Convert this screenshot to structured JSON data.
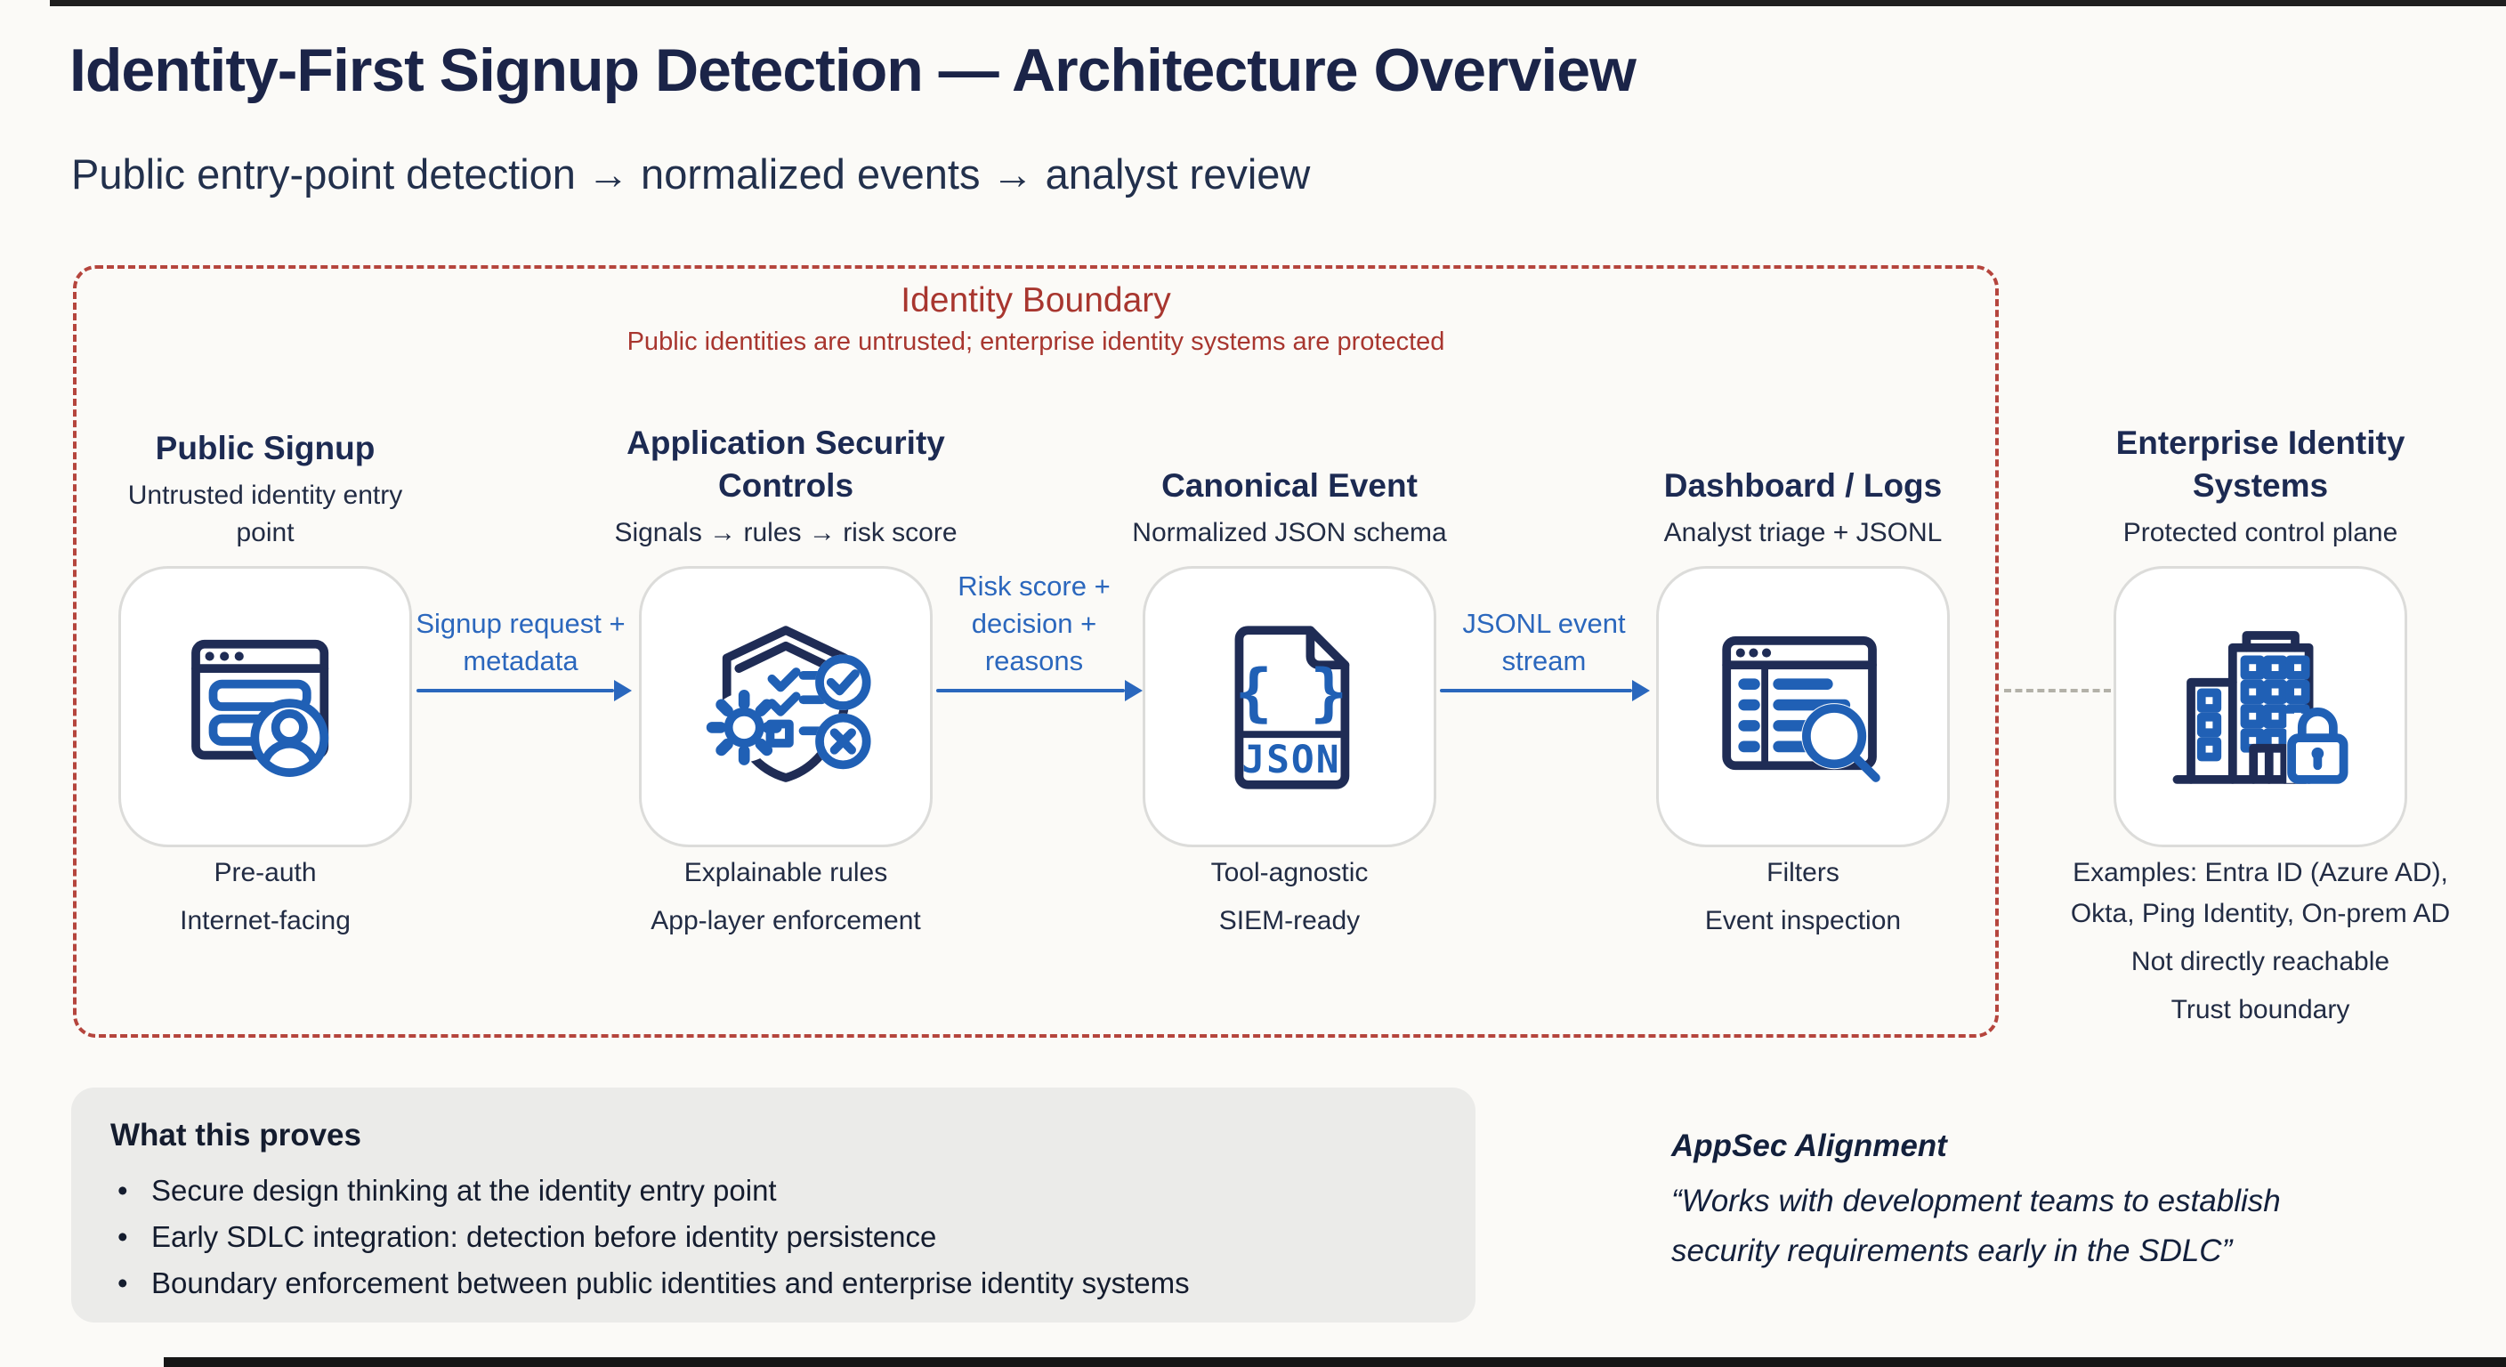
{
  "page": {
    "title": "Identity-First Signup Detection — Architecture Overview",
    "subtitle": "Public entry-point detection → normalized events → analyst review"
  },
  "boundary": {
    "label": "Identity Boundary",
    "description": "Public identities are untrusted; enterprise identity systems are protected"
  },
  "nodes": [
    {
      "id": "public-signup",
      "title": "Public Signup",
      "subtitle": "Untrusted identity entry point",
      "icon": "signup-window-user-icon",
      "captions": [
        "Pre-auth",
        "Internet-facing"
      ]
    },
    {
      "id": "application-security-controls",
      "title": "Application Security Controls",
      "subtitle": "Signals → rules → risk score",
      "icon": "shield-gear-checklist-icon",
      "captions": [
        "Explainable rules",
        "App-layer enforcement"
      ]
    },
    {
      "id": "canonical-event",
      "title": "Canonical Event",
      "subtitle": "Normalized JSON schema",
      "icon": "json-document-icon",
      "captions": [
        "Tool-agnostic",
        "SIEM-ready"
      ]
    },
    {
      "id": "dashboard-logs",
      "title": "Dashboard / Logs",
      "subtitle": "Analyst triage + JSONL",
      "icon": "dashboard-magnifier-icon",
      "captions": [
        "Filters",
        "Event inspection"
      ]
    },
    {
      "id": "enterprise-identity-systems",
      "title": "Enterprise Identity Systems",
      "subtitle": "Protected control plane",
      "icon": "building-lock-icon",
      "captions": [
        "Examples: Entra ID (Azure AD), Okta, Ping Identity, On-prem AD",
        "Not directly reachable",
        "Trust boundary"
      ]
    }
  ],
  "arrows": [
    {
      "label": "Signup request + metadata"
    },
    {
      "label": "Risk score + decision + reasons"
    },
    {
      "label": "JSONL event stream"
    }
  ],
  "proves": {
    "heading": "What this proves",
    "bullets": [
      "Secure design thinking at the identity entry point",
      "Early SDLC integration: detection before identity persistence",
      "Boundary enforcement between public identities and enterprise identity systems"
    ]
  },
  "appsec": {
    "heading": "AppSec Alignment",
    "quote_line1": "“Works with development teams to establish",
    "quote_line2": "security requirements early in the SDLC”"
  },
  "colors": {
    "heading_navy": "#1b2448",
    "icon_navy": "#1f2c55",
    "accent_blue": "#2a67bd",
    "icon_blue": "#2060b5",
    "boundary_red": "#b5453d",
    "boundary_label_red": "#a8362f",
    "panel_gray": "#ebebe9"
  }
}
